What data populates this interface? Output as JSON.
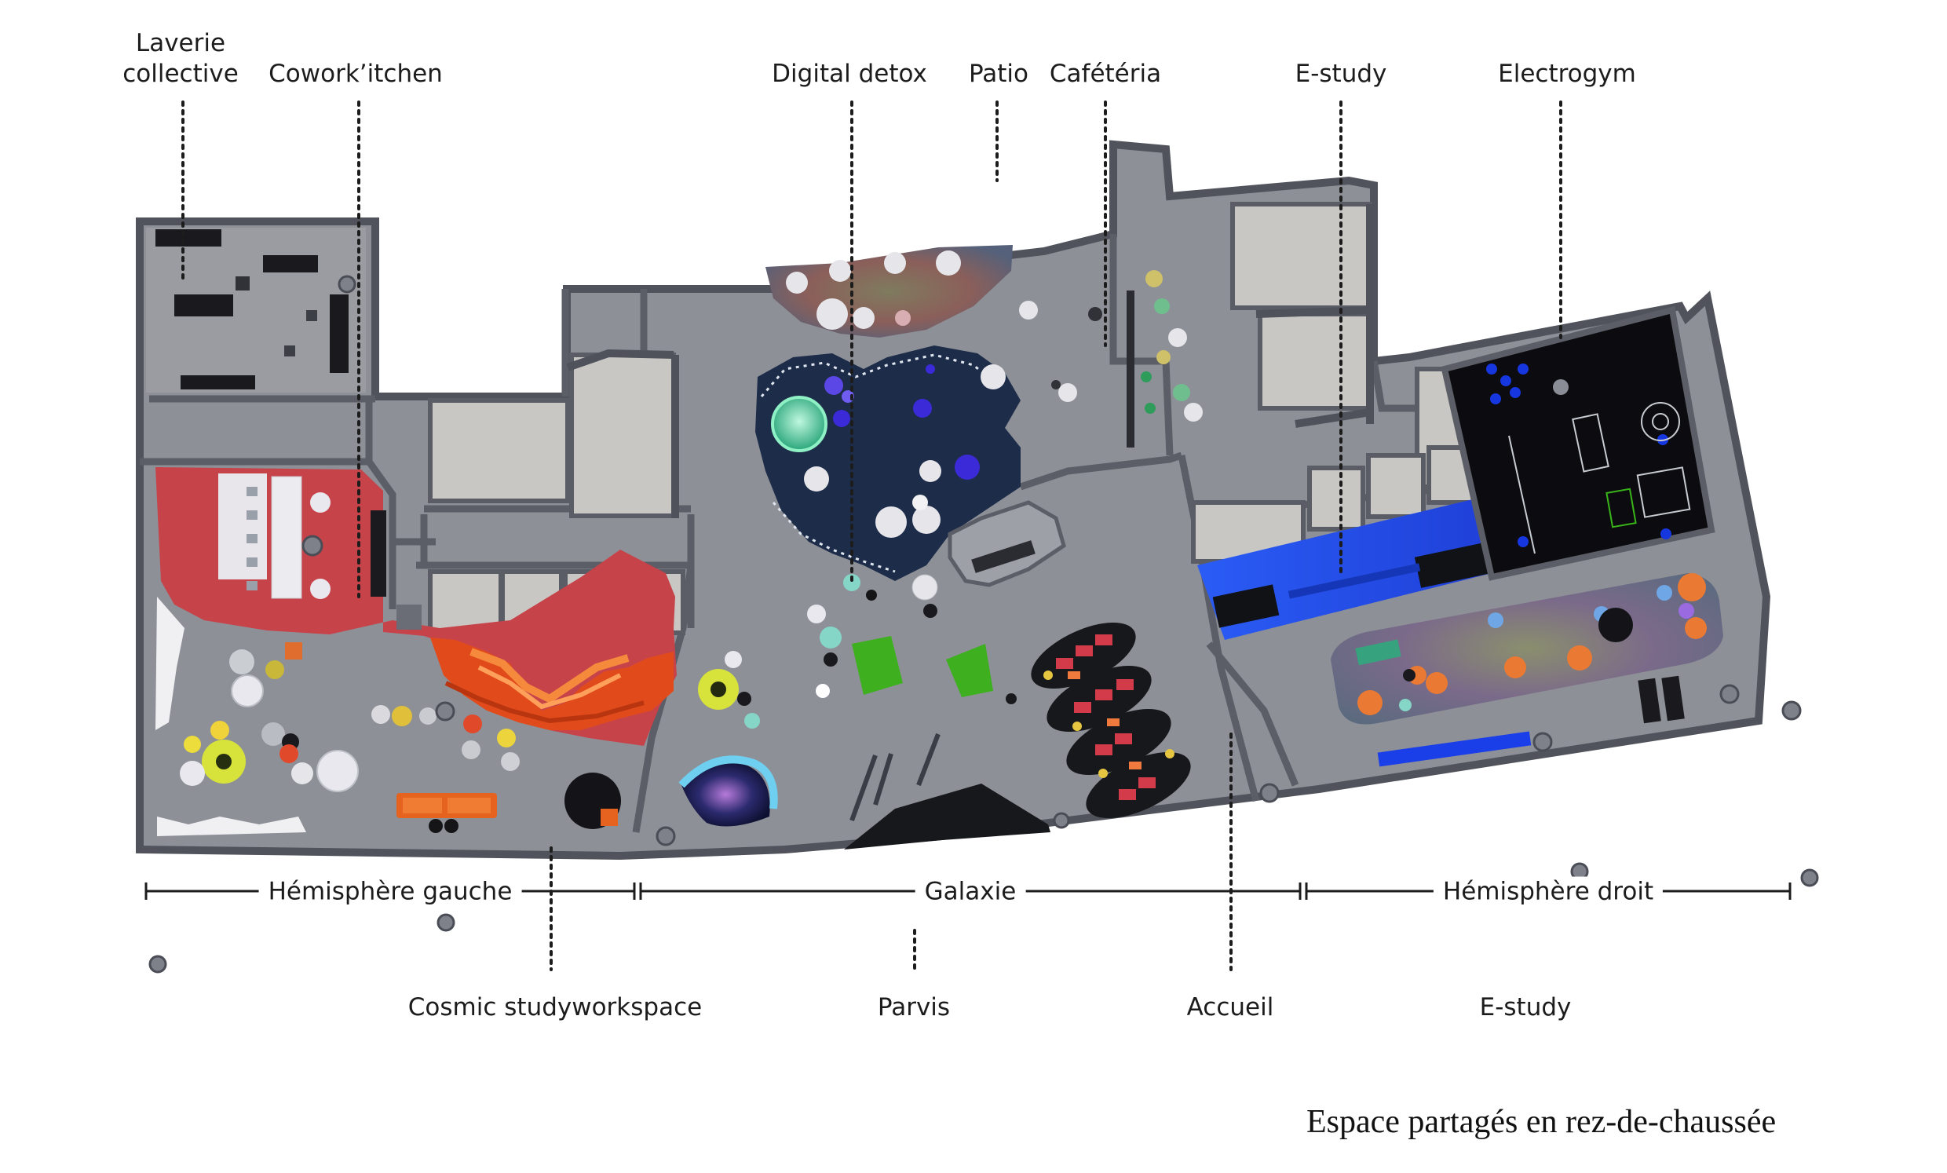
{
  "labels": {
    "laverie_line1": "Laverie",
    "laverie_line2": "collective",
    "coworkitchen": "Cowork’itchen",
    "digital_detox": "Digital detox",
    "patio": "Patio",
    "cafeteria": "Cafétéria",
    "estudy_top": "E-study",
    "electrogym": "Electrogym",
    "cosmic": "Cosmic studyworkspace",
    "parvis": "Parvis",
    "accueil": "Accueil",
    "estudy_bottom": "E-study"
  },
  "zones": {
    "left": "Hémisphère gauche",
    "center": "Galaxie",
    "right": "Hémisphère droit"
  },
  "caption": "Espace partagés en rez-de-chaussée",
  "colors": {
    "floor": "#8c8f96",
    "wall": "#5b5e66",
    "room_fill": "#c9c8c4",
    "red_zone": "#c8454b",
    "orange_stage": "#e1521c",
    "dark_carpet": "#1c2d4a",
    "blue_lane": "#1f54f0",
    "gym_black": "#0b0b0f",
    "green_cone": "#39b51a",
    "speckle_carpet": "#7b6a56"
  }
}
